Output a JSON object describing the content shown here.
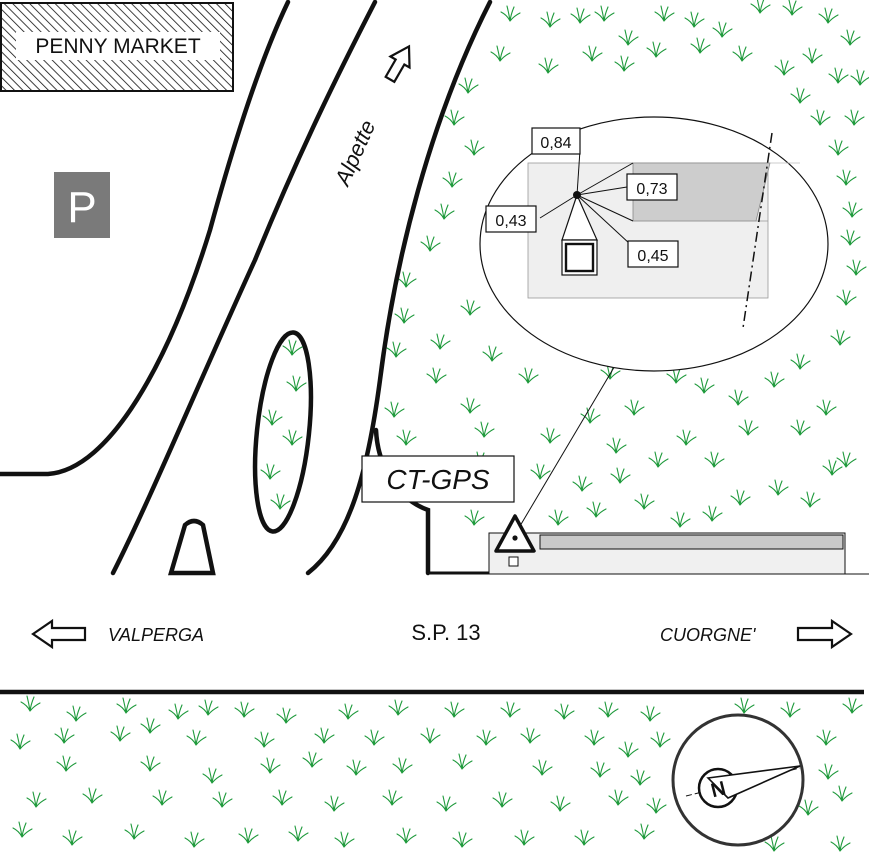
{
  "labels": {
    "penny_market": "PENNY MARKET",
    "parking": "P",
    "road_name": "Alpette",
    "station": "CT-GPS",
    "valperga": "VALPERGA",
    "road_sp13": "S.P. 13",
    "cuorgne": "CUORGNE'",
    "compass_letter": "N"
  },
  "measurements": {
    "m1": "0,84",
    "m2": "0,73",
    "m3": "0,43",
    "m4": "0,45"
  },
  "colors": {
    "line": "#111111",
    "grass": "#1f9a3c",
    "parking_bg": "#7a7a7a",
    "building_fill": "#f0f0f0",
    "building_dark": "#c9c9c9"
  },
  "icons": {
    "parking": "parking-sign-icon",
    "station": "gps-triangle-marker-icon",
    "north": "compass-rose-icon"
  }
}
